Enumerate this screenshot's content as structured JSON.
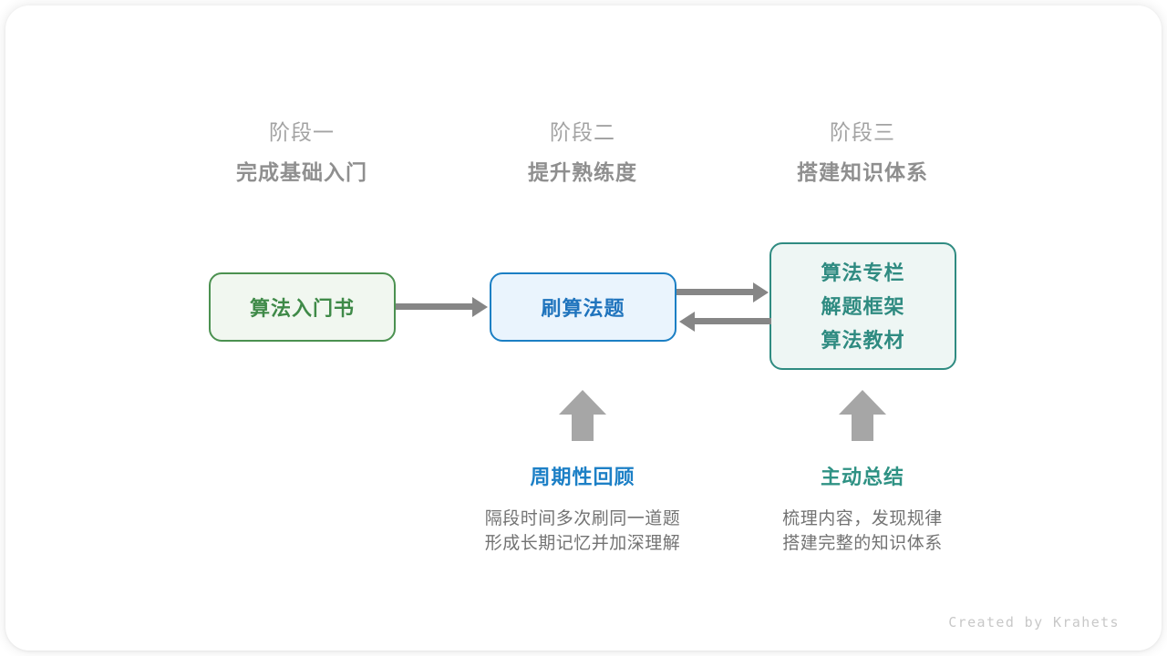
{
  "stages": [
    {
      "name": "阶段一",
      "title": "完成基础入门"
    },
    {
      "name": "阶段二",
      "title": "提升熟练度"
    },
    {
      "name": "阶段三",
      "title": "搭建知识体系"
    }
  ],
  "nodes": {
    "book": {
      "lines": [
        "算法入门书"
      ],
      "color": "#3f8a48",
      "border": "#4b9150",
      "fill": "#f1f7f0"
    },
    "practice": {
      "lines": [
        "刷算法题"
      ],
      "color": "#2074bd",
      "border": "#1b7fc4",
      "fill": "#eaf4fd"
    },
    "resources": {
      "lines": [
        "算法专栏",
        "解题框架",
        "算法教材"
      ],
      "color": "#2f8b81",
      "border": "#2f8b81",
      "fill": "#eef6f4"
    }
  },
  "arrows": {
    "color": "#868686",
    "book_to_practice": "→",
    "practice_to_resources": "→",
    "resources_to_practice": "←",
    "up_to_practice": "↑",
    "up_to_resources": "↑"
  },
  "annotations": [
    {
      "title": "周期性回顾",
      "accent": "#1d80c6",
      "desc_lines": [
        "隔段时间多次刷同一道题",
        "形成长期记忆并加深理解"
      ]
    },
    {
      "title": "主动总结",
      "accent": "#2f9284",
      "desc_lines": [
        "梳理内容，发现规律",
        "搭建完整的知识体系"
      ]
    }
  ],
  "footer": {
    "credit": "Created by Krahets"
  }
}
